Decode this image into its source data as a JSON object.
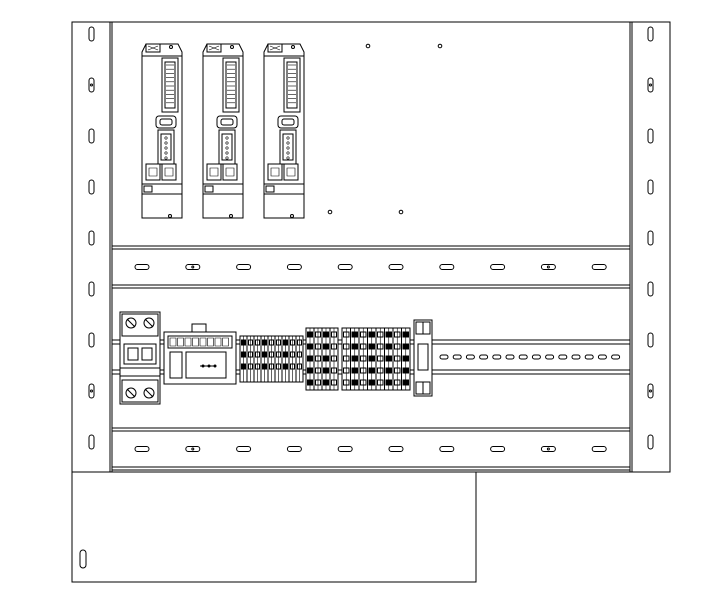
{
  "drawing": {
    "line_color": "#000000",
    "background_color": "#ffffff",
    "servo_drive_count": 3,
    "panel_slot_rows": 2,
    "slots_per_row": 10,
    "side_slots_per_column": 9,
    "din_rail_slot_count": 14
  }
}
